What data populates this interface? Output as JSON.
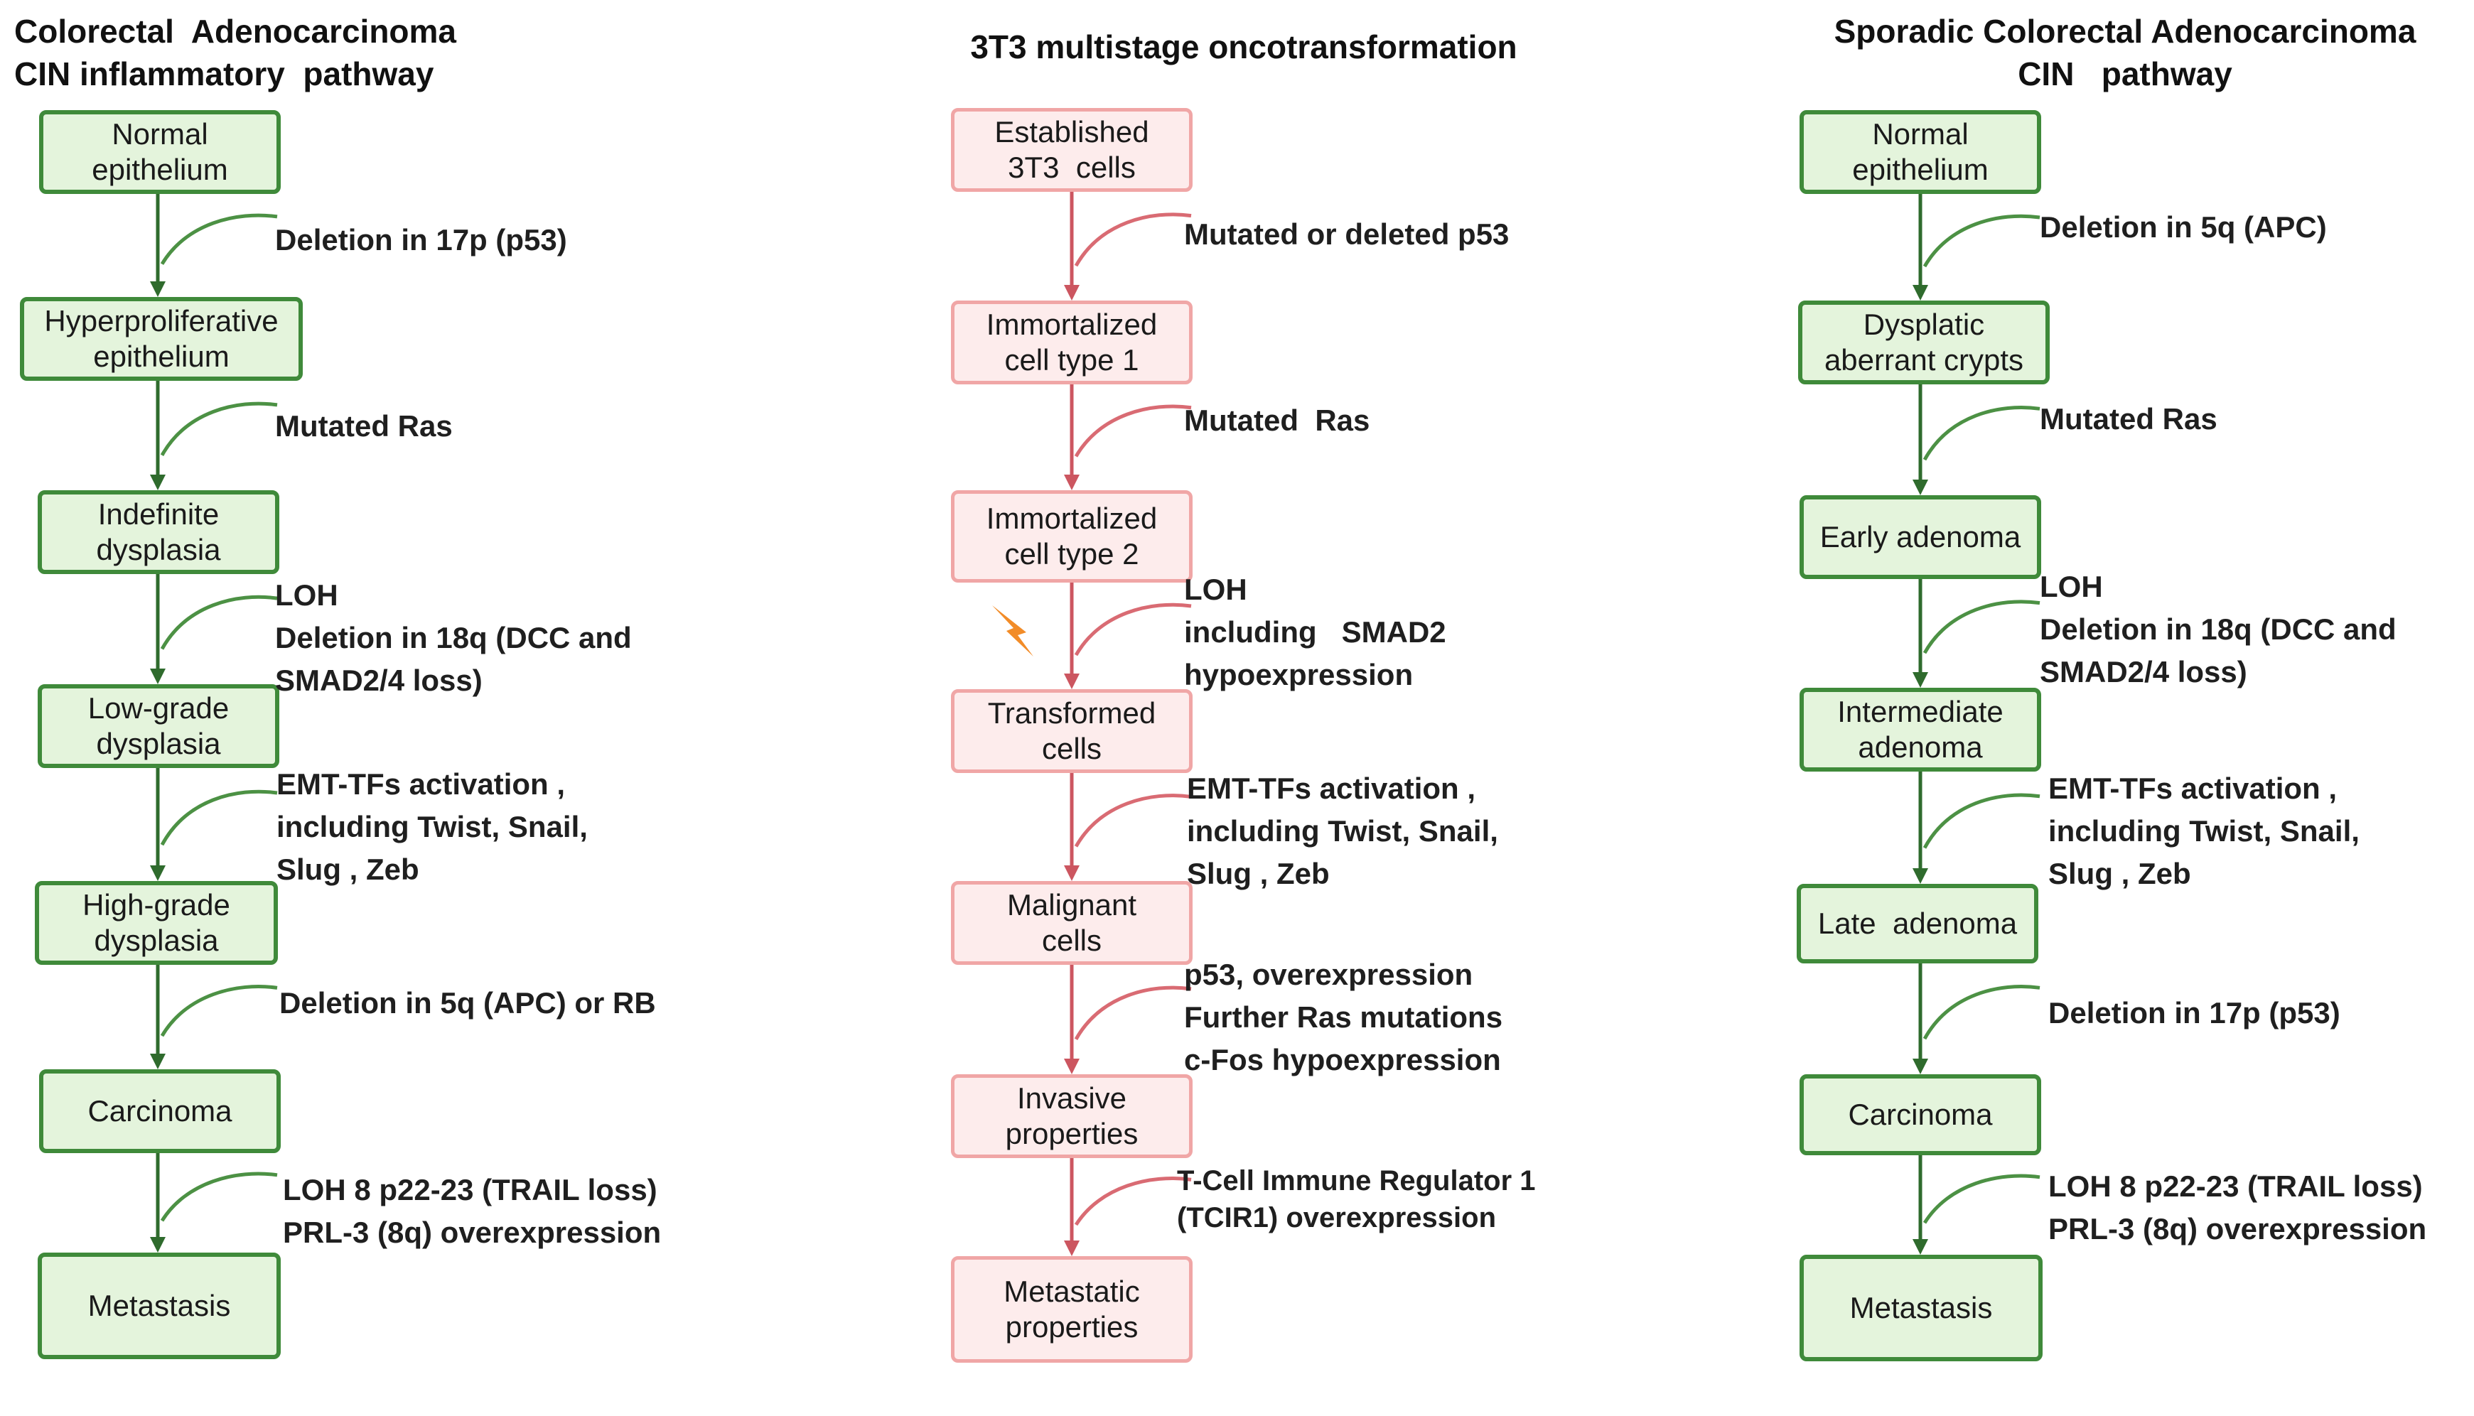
{
  "columns": [
    {
      "id": "inflammatory",
      "title": "Colorectal  Adenocarcinoma\nCIN inflammatory  pathway",
      "stages": [
        "Normal\nepithelium",
        "Hyperproliferative\nepithelium",
        "Indefinite\ndysplasia",
        "Low-grade\ndysplasia",
        "High-grade\ndysplasia",
        "Carcinoma",
        "Metastasis"
      ],
      "transitions": [
        "Deletion in 17p (p53)",
        "Mutated Ras",
        "LOH\nDeletion in 18q (DCC and\nSMAD2/4 loss)",
        "EMT-TFs activation ,\nincluding Twist, Snail,\nSlug , Zeb",
        "Deletion in 5q (APC) or RB",
        "LOH 8 p22-23 (TRAIL loss)\nPRL-3 (8q) overexpression"
      ]
    },
    {
      "id": "3t3",
      "title": "3T3 multistage oncotransformation",
      "stages": [
        "Established\n3T3  cells",
        "Immortalized\ncell type 1",
        "Immortalized\ncell type 2",
        "Transformed\ncells",
        "Malignant\ncells",
        "Invasive\nproperties",
        "Metastatic\nproperties"
      ],
      "transitions": [
        "Mutated or deleted p53",
        "Mutated  Ras",
        "LOH\nincluding   SMAD2\nhypoexpression",
        "EMT-TFs activation ,\nincluding Twist, Snail,\nSlug , Zeb",
        "p53, overexpression\nFurther Ras mutations\nc-Fos hypoexpression",
        "T-Cell Immune Regulator 1\n(TCIR1) overexpression"
      ],
      "marker_icon": "lightning-bolt-icon",
      "marker_color": "#f28c28"
    },
    {
      "id": "sporadic",
      "title": "Sporadic Colorectal Adenocarcinoma\nCIN   pathway",
      "stages": [
        "Normal\nepithelium",
        "Dysplatic\naberrant crypts",
        "Early adenoma",
        "Intermediate\nadenoma",
        "Late  adenoma",
        "Carcinoma",
        "Metastasis"
      ],
      "transitions": [
        "Deletion in 5q (APC)",
        "Mutated Ras",
        "LOH\nDeletion in 18q (DCC and\nSMAD2/4 loss)",
        "EMT-TFs activation ,\nincluding Twist, Snail,\nSlug , Zeb",
        "Deletion in 17p (p53)",
        "LOH 8 p22-23 (TRAIL loss)\nPRL-3 (8q) overexpression"
      ]
    }
  ],
  "colors": {
    "green_fill": "#e4f4dc",
    "green_border": "#3f8a3a",
    "pink_fill": "#fdecec",
    "pink_border": "#f0a6a6",
    "green_arrow": "#2f6b2d",
    "red_arrow": "#cc5660"
  }
}
